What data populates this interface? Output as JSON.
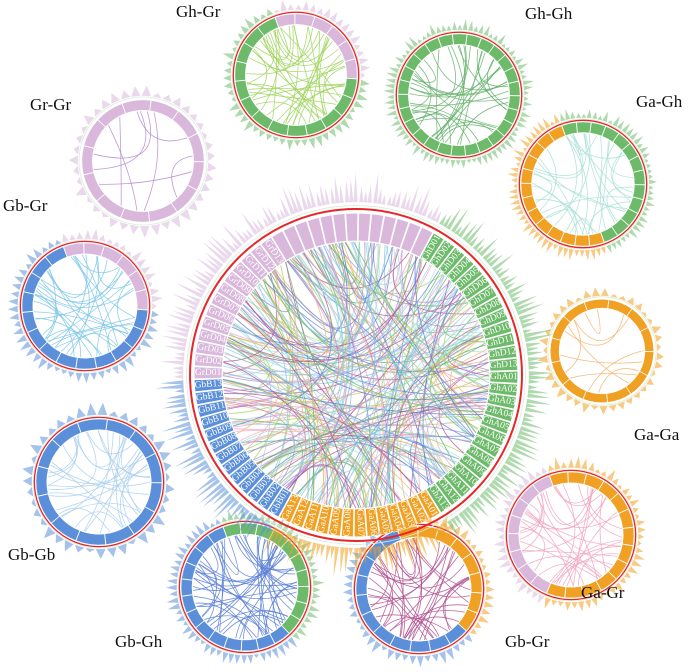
{
  "colors": {
    "Gh": "#6dbb6a",
    "Ga": "#f0a023",
    "Gb": "#5b8fd9",
    "Gr": "#d9b8dc",
    "ring_red": "#e8262a"
  },
  "panels": {
    "gh_gr": {
      "label": "Gh-Gr",
      "link_color": "#9ed45a",
      "segs": [
        {
          "sp": "Gr",
          "n": 6
        },
        {
          "sp": "Gh",
          "n": 13
        }
      ]
    },
    "gh_gh": {
      "label": "Gh-Gh",
      "link_color": "#63b06a",
      "segs": [
        {
          "sp": "Gh",
          "n": 26
        }
      ]
    },
    "gr_gr": {
      "label": "Gr-Gr",
      "link_color": "#b28ad0",
      "segs": [
        {
          "sp": "Gr",
          "n": 13
        }
      ]
    },
    "ga_gh": {
      "label": "Ga-Gh",
      "link_color": "#a8e0d6",
      "segs": [
        {
          "sp": "Gh",
          "n": 13
        },
        {
          "sp": "Ga",
          "n": 13
        }
      ]
    },
    "gb_gr": {
      "label": "Gb-Gr",
      "link_color": "#7cc7e8",
      "segs": [
        {
          "sp": "Gr",
          "n": 6
        },
        {
          "sp": "Gb",
          "n": 13
        }
      ]
    },
    "ga_ga": {
      "label": "Ga-Ga",
      "link_color": "#f3b36b",
      "segs": [
        {
          "sp": "Ga",
          "n": 13
        }
      ]
    },
    "gb_gb": {
      "label": "Gb-Gb",
      "link_color": "#a9cfee",
      "segs": [
        {
          "sp": "Gb",
          "n": 13
        }
      ]
    },
    "ga_gr": {
      "label": "Ga-Gr",
      "link_color": "#f0a6bf",
      "segs": [
        {
          "sp": "Ga",
          "n": 13
        },
        {
          "sp": "Gr",
          "n": 8
        }
      ]
    },
    "gb_gh": {
      "label": "Gb-Gh",
      "link_color": "#5a7fd6",
      "segs": [
        {
          "sp": "Gh",
          "n": 10
        },
        {
          "sp": "Gb",
          "n": 13
        }
      ]
    },
    "gb_gr2": {
      "label": "Gb-Gr",
      "link_color": "#b0508f",
      "segs": [
        {
          "sp": "Ga",
          "n": 8
        },
        {
          "sp": "Gb",
          "n": 11
        }
      ]
    }
  },
  "center": {
    "segs": [
      {
        "sp": "Gr",
        "n": 13
      },
      {
        "sp": "Gh",
        "n": 13,
        "labels": [
          "GhD01",
          "GhD02",
          "GhD03",
          "GhD04",
          "GhD05",
          "GhD06",
          "GhD07",
          "GhD08",
          "GhD09",
          "GhD10",
          "GhD11",
          "GhD12",
          "GhD13"
        ]
      },
      {
        "sp": "Gh",
        "n": 13,
        "labels": [
          "GhA01",
          "GhA02",
          "GhA03",
          "GhA04",
          "GhA05",
          "GhA06",
          "GhA07",
          "GhA08",
          "GhA09",
          "GhA10",
          "GhA11",
          "GhA12",
          "GhA13"
        ]
      },
      {
        "sp": "Ga",
        "n": 13,
        "labels": [
          "GaA01",
          "GaA02",
          "GaA03",
          "GaA04",
          "GaA05",
          "GaA06",
          "GaA07",
          "GaA08",
          "GaA09",
          "GaA10",
          "GaA11",
          "GaA12",
          "GaA13"
        ]
      },
      {
        "sp": "Gb",
        "n": 13,
        "labels": [
          "GbB01",
          "GbB02",
          "GbB03",
          "GbB04",
          "GbB05",
          "GbB06",
          "GbB07",
          "GbB08",
          "GbB09",
          "GbB10",
          "GbB11",
          "GbB12",
          "GbB13"
        ]
      },
      {
        "sp": "Gr",
        "n": 13,
        "labels": [
          "GrD01",
          "GrD02",
          "GrD03",
          "GrD04",
          "GrD05",
          "GrD06",
          "GrD07",
          "GrD08",
          "GrD09",
          "GrD10",
          "GrD11",
          "GrD12",
          "GrD13"
        ]
      }
    ],
    "link_colors": [
      "#9ed45a",
      "#63b06a",
      "#a8e0d6",
      "#f3b36b",
      "#f0a6bf",
      "#b0508f",
      "#5a7fd6",
      "#7cc7e8",
      "#b28ad0",
      "#a9cfee"
    ]
  }
}
